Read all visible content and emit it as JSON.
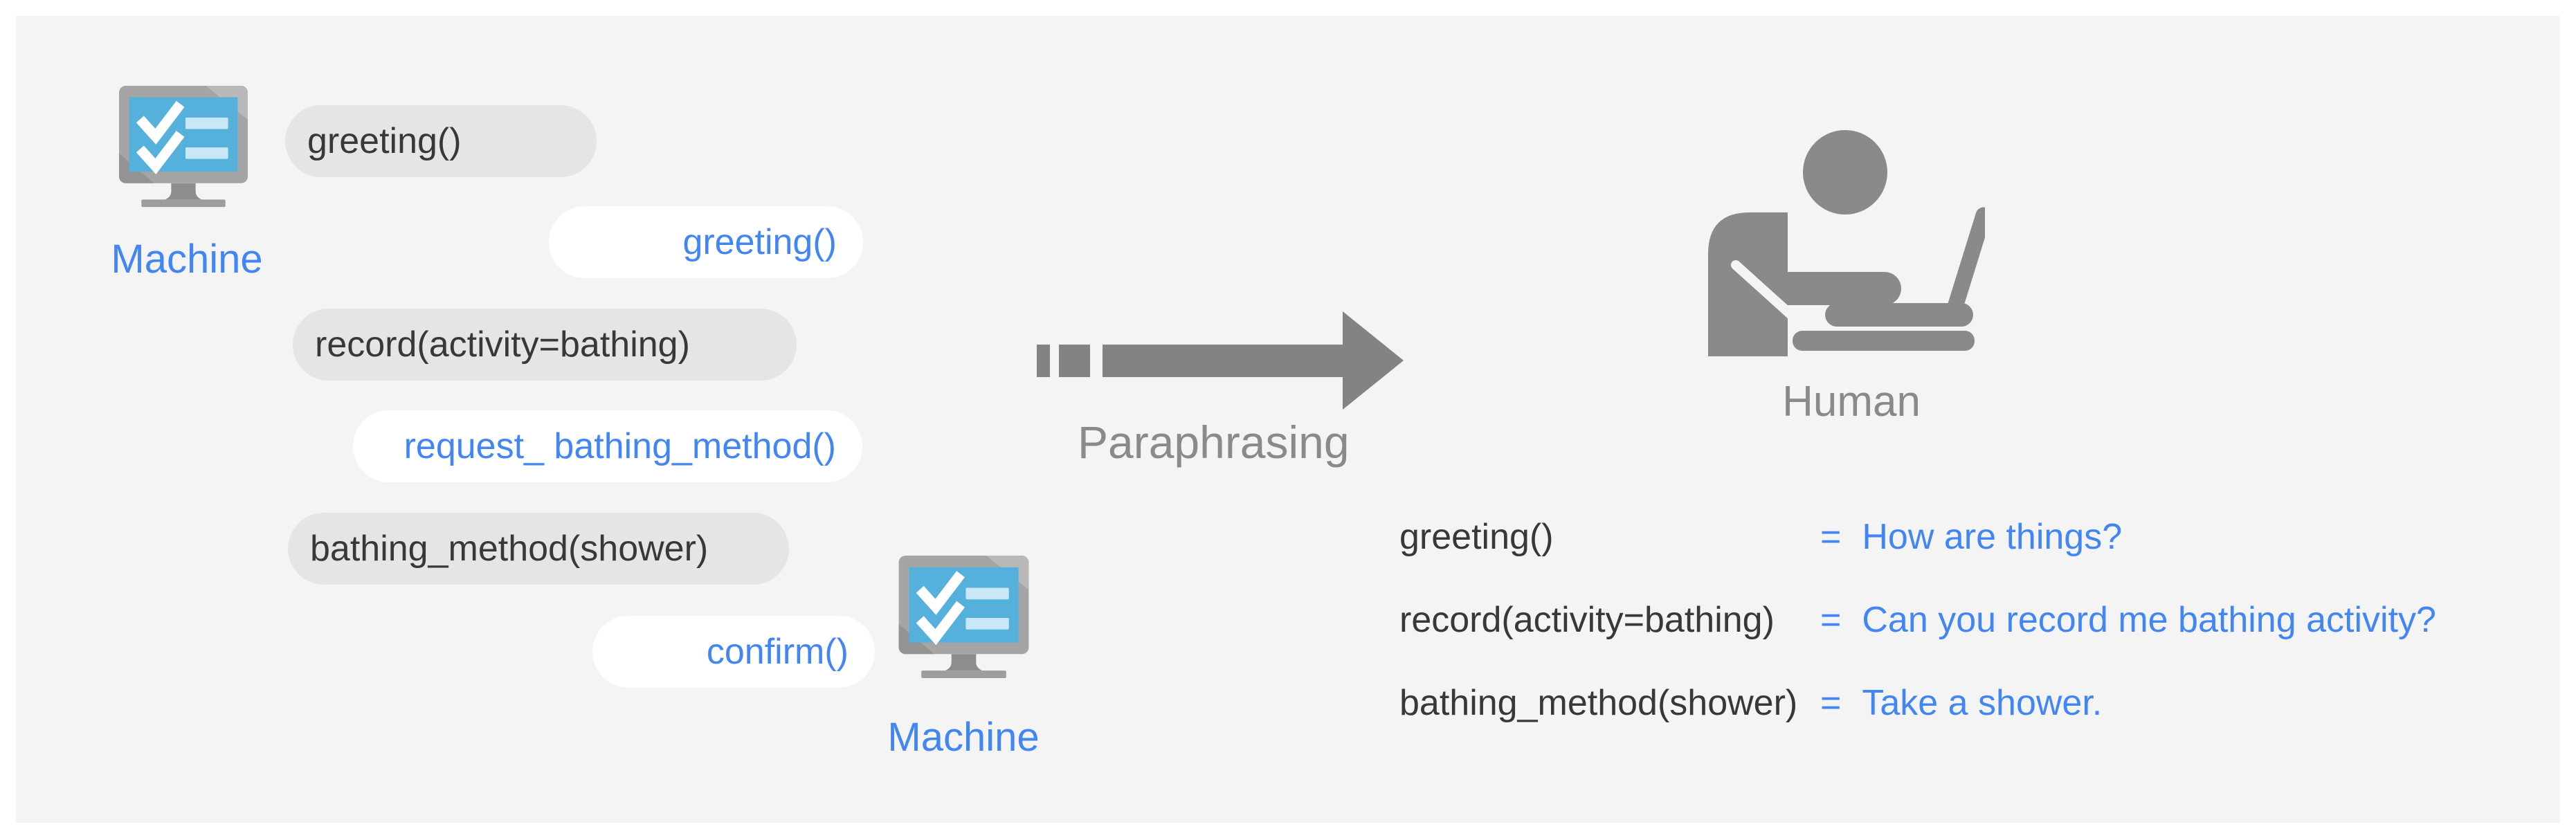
{
  "left_machine": {
    "label": "Machine"
  },
  "right_machine": {
    "label": "Machine"
  },
  "human": {
    "label": "Human"
  },
  "arrow": {
    "label": "Paraphrasing"
  },
  "bubbles": [
    {
      "side": "machine",
      "text": "greeting()"
    },
    {
      "side": "reply",
      "text": "greeting()"
    },
    {
      "side": "machine",
      "text": "record(activity=bathing)"
    },
    {
      "side": "reply",
      "text": "request_ bathing_method()"
    },
    {
      "side": "machine",
      "text": "bathing_method(shower)"
    },
    {
      "side": "reply",
      "text": "confirm()"
    }
  ],
  "mapping": {
    "rows": [
      {
        "code": "greeting()",
        "eq": "=",
        "text": "How are things?"
      },
      {
        "code": "record(activity=bathing)",
        "eq": "=",
        "text": "Can you record me bathing activity?"
      },
      {
        "code": "bathing_method(shower)",
        "eq": "=",
        "text": "Take a shower."
      }
    ]
  },
  "icons": {
    "left": "machine-checklist-monitor-icon",
    "right": "machine-checklist-monitor-icon",
    "human": "person-at-laptop-icon"
  },
  "colors": {
    "page-bg": "#ffffff",
    "panel-bg": "#f4f4f5",
    "bubble-gray": "#e5e5e5",
    "bubble-white": "#ffffff",
    "accent-blue": "#4285f4",
    "dark-text": "#383838",
    "gray": "#8a8a8a",
    "arrow-gray": "#838383",
    "screen-blue": "#56b0dc",
    "screen-bar": "#c9e8f7",
    "frame-gray": "#a5a5a5",
    "stand-gray": "#8d8d8d",
    "base-gray": "#9d9d9d"
  }
}
